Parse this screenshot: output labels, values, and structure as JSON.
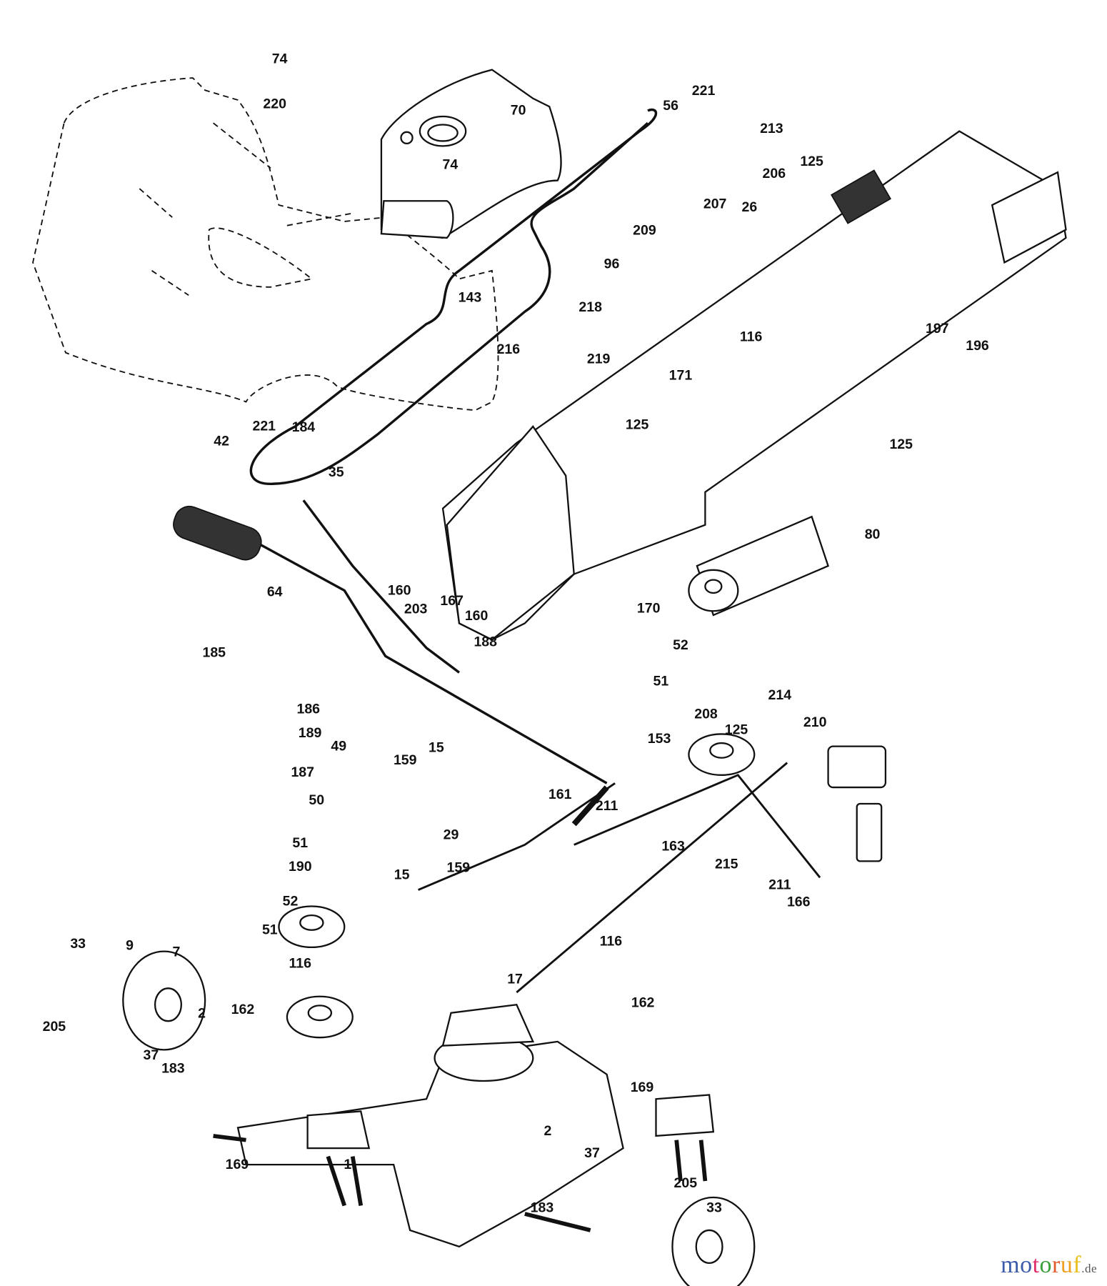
{
  "diagram": {
    "callouts": [
      "74",
      "74",
      "220",
      "70",
      "56",
      "221",
      "213",
      "125",
      "206",
      "207",
      "26",
      "209",
      "96",
      "143",
      "218",
      "216",
      "219",
      "116",
      "197",
      "196",
      "171",
      "125",
      "125",
      "221",
      "184",
      "42",
      "35",
      "80",
      "64",
      "160",
      "203",
      "167",
      "160",
      "170",
      "188",
      "185",
      "52",
      "51",
      "186",
      "189",
      "49",
      "208",
      "214",
      "210",
      "125",
      "153",
      "159",
      "15",
      "187",
      "50",
      "161",
      "211",
      "29",
      "51",
      "163",
      "190",
      "215",
      "15",
      "159",
      "211",
      "166",
      "52",
      "51",
      "33",
      "9",
      "7",
      "116",
      "116",
      "17",
      "162",
      "162",
      "2",
      "205",
      "37",
      "183",
      "169",
      "2",
      "169",
      "1",
      "37",
      "205",
      "183",
      "33"
    ]
  },
  "watermark": {
    "letters": [
      "m",
      "o",
      "t",
      "o",
      "r",
      "u",
      "f"
    ],
    "tld": ".de",
    "colors": [
      "#3b5ba9",
      "#3b5ba9",
      "#e0306a",
      "#3aa03a",
      "#e05a2a",
      "#f0a020",
      "#e8c020"
    ]
  }
}
